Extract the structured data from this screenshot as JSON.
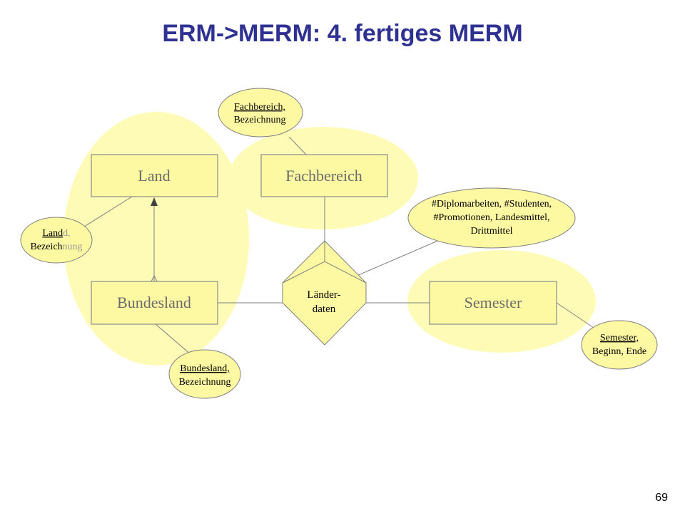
{
  "slide": {
    "title": "ERM->MERM: 4. fertiges MERM",
    "page_number": "69"
  },
  "entities": {
    "land": "Land",
    "fachbereich": "Fachbereich",
    "bundesland": "Bundesland",
    "semester": "Semester"
  },
  "relationship": {
    "line1": "Länder-",
    "line2": "daten"
  },
  "attributes": {
    "land": {
      "key": "Land",
      "rest": "d,",
      "line2_a": "Bezeich",
      "line2_b": "nung"
    },
    "fachbereich": {
      "line1": "Fachbereich,",
      "line2": "Bezeichnung"
    },
    "bundesland": {
      "line1": "Bundesland,",
      "line2": "Bezeichnung"
    },
    "semester": {
      "line1": "Semester,",
      "line2": "Beginn, Ende"
    },
    "laenderdaten": {
      "line1": "#Diplomarbeiten, #Studenten,",
      "line2": "#Promotionen, Landesmittel,",
      "line3": "Drittmittel"
    }
  },
  "colors": {
    "title": "#2f3192",
    "highlight": "#fdfbb6",
    "entity_fill": "#fdf9a3",
    "attribute_fill": "#fdf9a3",
    "stroke": "#7f7f7f"
  }
}
